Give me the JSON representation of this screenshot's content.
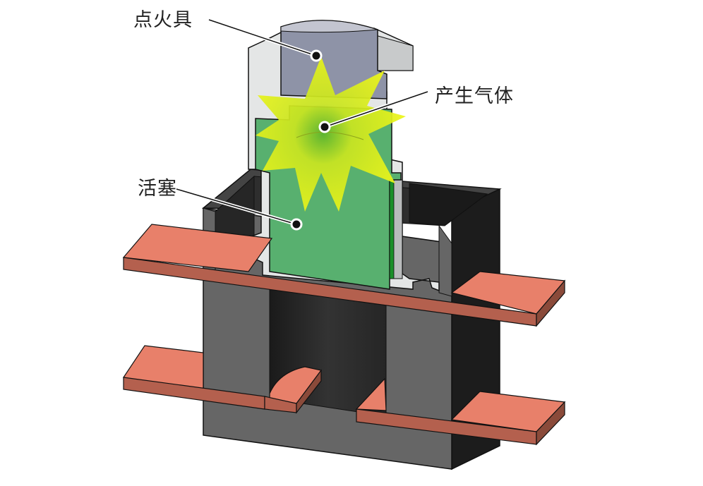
{
  "diagram": {
    "title": "",
    "labels": {
      "igniter": "点火具",
      "gas": "产生气体",
      "piston": "活塞"
    },
    "colors": {
      "housing_front": "#666666",
      "housing_dark": "#1c1c1c",
      "housing_inner": "#2e2e2e",
      "sleeve": "#e4e6e6",
      "igniter": "#8e93a7",
      "igniter_top": "#c3c5d0",
      "piston": "#58b06f",
      "flash": "#ecf519",
      "busbar_top": "#e8806a",
      "busbar_side": "#b4604e",
      "busbar_end": "#8a4a3a"
    }
  }
}
